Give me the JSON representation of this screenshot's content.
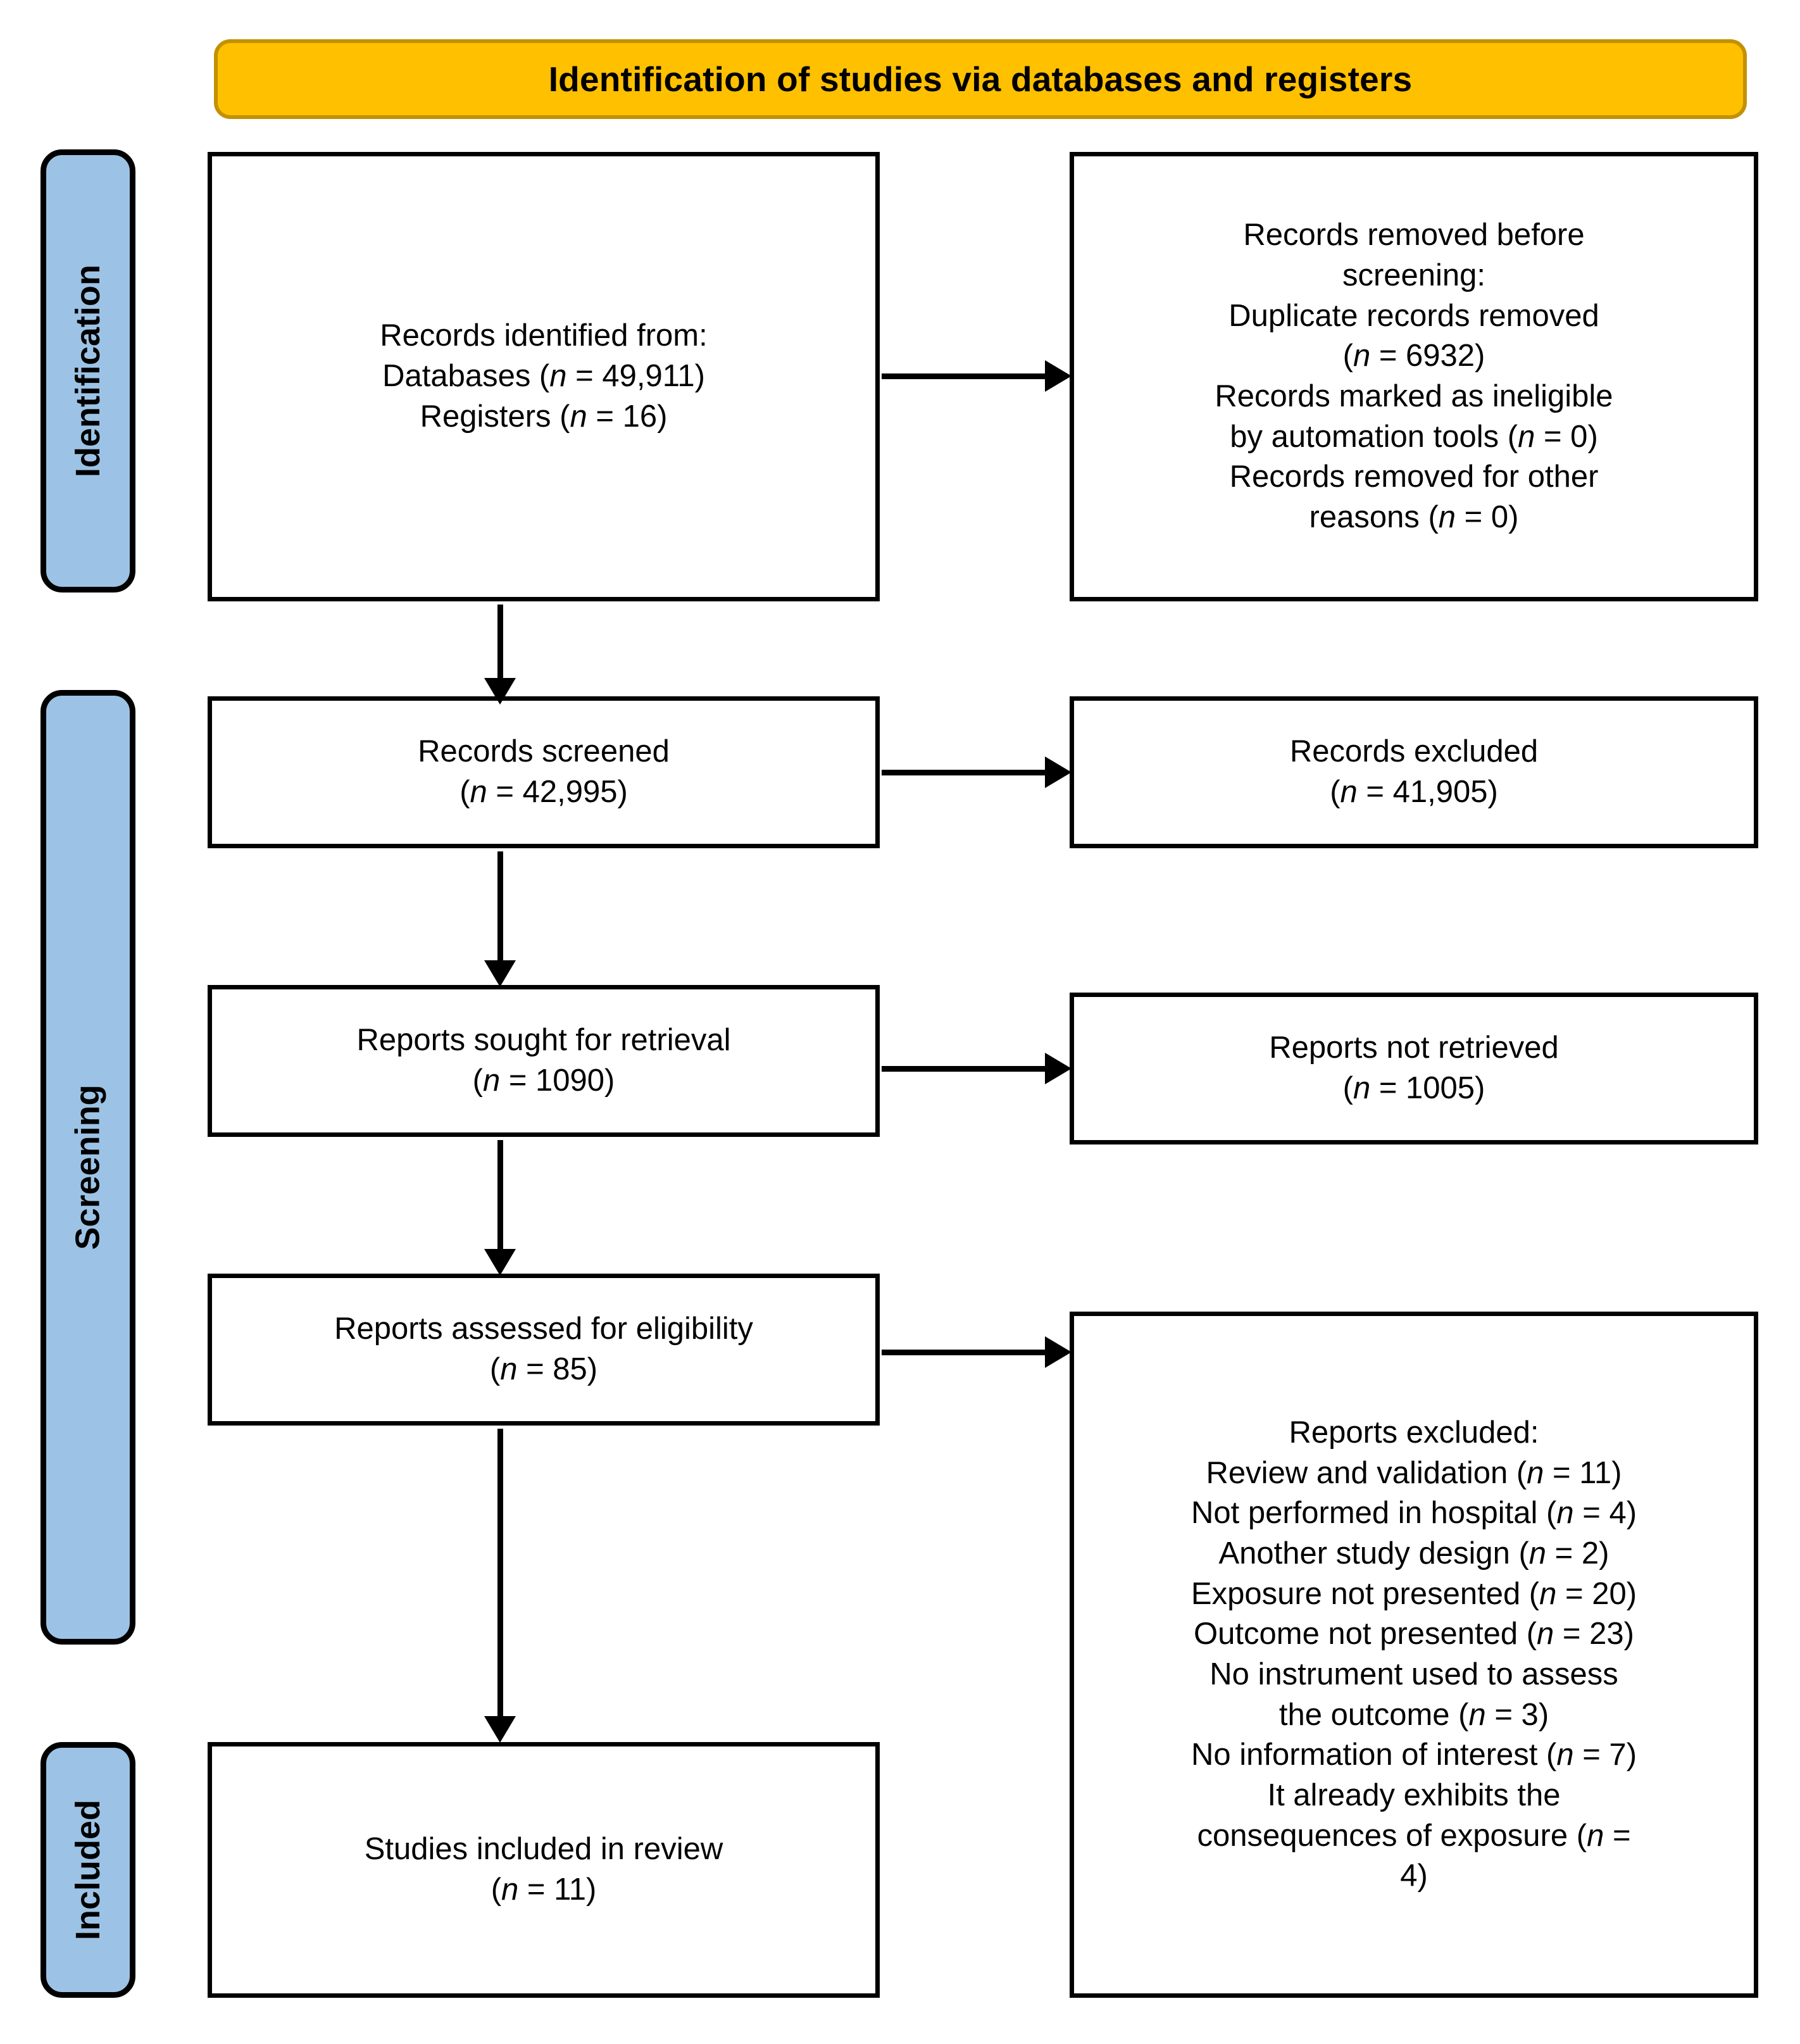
{
  "header": {
    "title": "Identification of studies via databases and registers",
    "background_color": "#FFC000",
    "border_color": "#C39100"
  },
  "stages": {
    "bar_color": "#9CC3E5",
    "identification": "Identification",
    "screening": "Screening",
    "included": "Included"
  },
  "boxes": {
    "identified": {
      "lines": [
        "Records identified from:",
        "Databases (n = 49,911)",
        "Registers (n = 16)"
      ]
    },
    "removed_before_screening": {
      "lines": [
        "Records removed before",
        "screening:",
        "Duplicate records removed",
        "(n = 6932)",
        "Records marked as ineligible",
        "by automation tools (n = 0)",
        "Records removed for other",
        "reasons (n = 0)"
      ]
    },
    "records_screened": {
      "lines": [
        "Records screened",
        "(n = 42,995)"
      ]
    },
    "records_excluded": {
      "lines": [
        "Records excluded",
        "(n = 41,905)"
      ]
    },
    "reports_sought": {
      "lines": [
        "Reports sought for retrieval",
        "(n = 1090)"
      ]
    },
    "reports_not_retrieved": {
      "lines": [
        "Reports not retrieved",
        "(n = 1005)"
      ]
    },
    "reports_assessed": {
      "lines": [
        "Reports assessed for eligibility",
        "(n = 85)"
      ]
    },
    "reports_excluded": {
      "lines": [
        "Reports excluded:",
        "Review and validation (n = 11)",
        "Not performed in hospital (n = 4)",
        "Another study design (n = 2)",
        "Exposure not presented (n = 20)",
        "Outcome not presented (n = 23)",
        "No instrument used to assess",
        "the outcome (n = 3)",
        "No information of interest (n = 7)",
        "It already exhibits the",
        "consequences of exposure (n =",
        "4)"
      ]
    },
    "studies_included": {
      "lines": [
        "Studies included in review",
        "(n = 11)"
      ]
    }
  },
  "chart_data": {
    "type": "diagram",
    "diagram_kind": "PRISMA 2020 flow diagram",
    "title": "Identification of studies via databases and registers",
    "stages": [
      "Identification",
      "Screening",
      "Included"
    ],
    "nodes": [
      {
        "id": "identified",
        "stage": "Identification",
        "column": "left",
        "label": "Records identified from: Databases (n = 49,911); Registers (n = 16)",
        "counts": {
          "Databases": 49911,
          "Registers": 16
        }
      },
      {
        "id": "removed",
        "stage": "Identification",
        "column": "right",
        "label": "Records removed before screening",
        "counts": {
          "Duplicate records removed": 6932,
          "Records marked as ineligible by automation tools": 0,
          "Records removed for other reasons": 0
        }
      },
      {
        "id": "screened",
        "stage": "Screening",
        "column": "left",
        "label": "Records screened",
        "counts": {
          "n": 42995
        }
      },
      {
        "id": "excluded",
        "stage": "Screening",
        "column": "right",
        "label": "Records excluded",
        "counts": {
          "n": 41905
        }
      },
      {
        "id": "sought",
        "stage": "Screening",
        "column": "left",
        "label": "Reports sought for retrieval",
        "counts": {
          "n": 1090
        }
      },
      {
        "id": "not_retrieved",
        "stage": "Screening",
        "column": "right",
        "label": "Reports not retrieved",
        "counts": {
          "n": 1005
        }
      },
      {
        "id": "assessed",
        "stage": "Screening",
        "column": "left",
        "label": "Reports assessed for eligibility",
        "counts": {
          "n": 85
        }
      },
      {
        "id": "reports_excluded",
        "stage": "Screening",
        "column": "right",
        "label": "Reports excluded",
        "counts": {
          "Review and validation": 11,
          "Not performed in hospital": 4,
          "Another study design": 2,
          "Exposure not presented": 20,
          "Outcome not presented": 23,
          "No instrument used to assess the outcome": 3,
          "No information of interest": 7,
          "It already exhibits the consequences of exposure": 4
        }
      },
      {
        "id": "included",
        "stage": "Included",
        "column": "left",
        "label": "Studies included in review",
        "counts": {
          "n": 11
        }
      }
    ],
    "edges": [
      {
        "from": "identified",
        "to": "removed",
        "direction": "right"
      },
      {
        "from": "identified",
        "to": "screened",
        "direction": "down"
      },
      {
        "from": "screened",
        "to": "excluded",
        "direction": "right"
      },
      {
        "from": "screened",
        "to": "sought",
        "direction": "down"
      },
      {
        "from": "sought",
        "to": "not_retrieved",
        "direction": "right"
      },
      {
        "from": "sought",
        "to": "assessed",
        "direction": "down"
      },
      {
        "from": "assessed",
        "to": "reports_excluded",
        "direction": "right"
      },
      {
        "from": "assessed",
        "to": "included",
        "direction": "down"
      }
    ]
  }
}
